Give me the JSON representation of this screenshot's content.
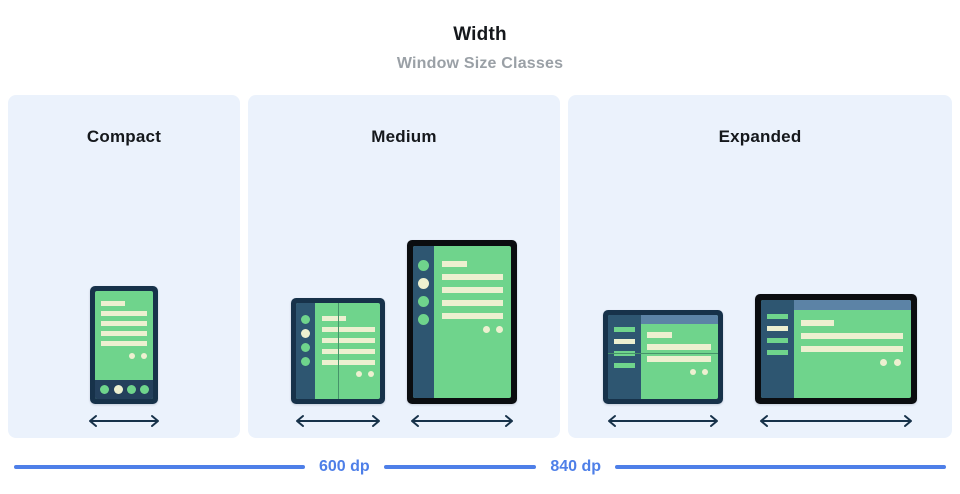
{
  "header": {
    "title": "Width",
    "subtitle": "Window Size Classes"
  },
  "panels": [
    {
      "name": "compact",
      "title": "Compact"
    },
    {
      "name": "medium",
      "title": "Medium"
    },
    {
      "name": "expanded",
      "title": "Expanded"
    }
  ],
  "measure": {
    "breakpoints": [
      {
        "label": "600 dp"
      },
      {
        "label": "840 dp"
      }
    ]
  },
  "colors": {
    "panel_background": "#EBF2FC",
    "device_frame_navy": "#17324a",
    "device_frame_black": "#0b0d10",
    "screen_green": "#6FD48C",
    "content_cream": "#EDF0D0",
    "rail_navy": "#2E5671",
    "topbar_blue": "#5C83A6",
    "breakpoint_blue": "#4E7FE8",
    "title_text": "#15181c",
    "subtitle_text": "#9aa0a6"
  },
  "chart_data": {
    "type": "diagram",
    "title": "Width",
    "subtitle": "Window Size Classes",
    "categories": [
      "Compact",
      "Medium",
      "Expanded"
    ],
    "breakpoints_dp": [
      600,
      840
    ],
    "breakpoint_labels": [
      "600 dp",
      "840 dp"
    ],
    "devices": [
      {
        "class": "Compact",
        "kind": "phone-portrait",
        "navigation": "bottom-bar",
        "nav_items": 4,
        "selected_index": 1
      },
      {
        "class": "Medium",
        "kind": "foldable-portrait",
        "navigation": "nav-rail",
        "nav_items": 4,
        "selected_index": 1
      },
      {
        "class": "Medium",
        "kind": "tablet-portrait",
        "navigation": "nav-rail",
        "nav_items": 4,
        "selected_index": 1
      },
      {
        "class": "Expanded",
        "kind": "foldable-landscape",
        "navigation": "nav-drawer",
        "nav_items": 4,
        "selected_index": 1
      },
      {
        "class": "Expanded",
        "kind": "tablet-landscape",
        "navigation": "nav-drawer",
        "nav_items": 4,
        "selected_index": 1
      }
    ]
  }
}
